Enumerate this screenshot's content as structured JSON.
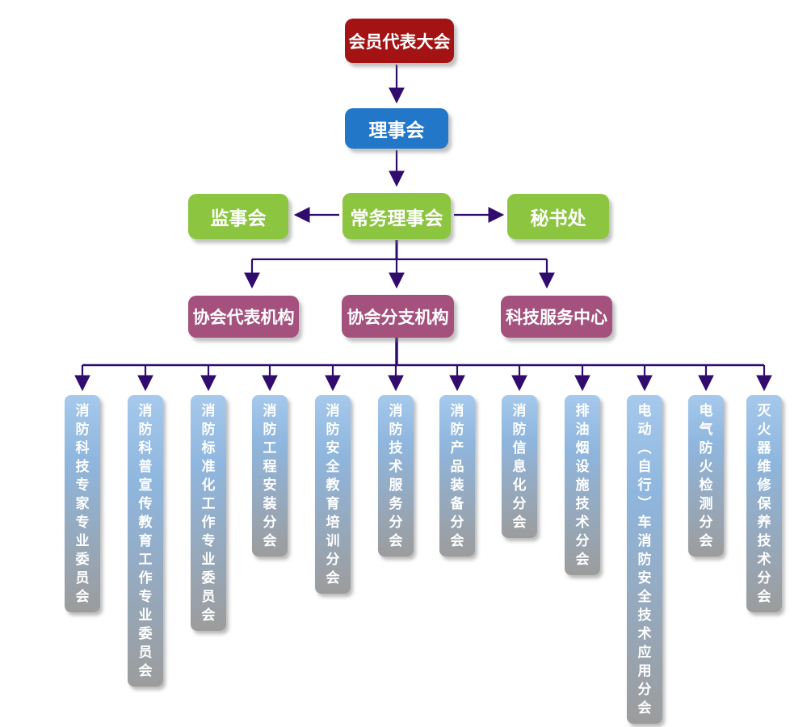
{
  "org_chart": {
    "level1": {
      "label": "会员代表大会",
      "color": "#a31313",
      "shadow_color": "#4e0606"
    },
    "level2": {
      "label": "理事会",
      "color": "#2377c9",
      "shadow_color": "#1c3f63"
    },
    "level3": [
      {
        "label": "监事会"
      },
      {
        "label": "常务理事会"
      },
      {
        "label": "秘书处"
      }
    ],
    "level3_color": "#8cc540",
    "level3_shadow_color": "#5f8c1e",
    "level4": [
      {
        "label": "协会代表机构"
      },
      {
        "label": "协会分支机构"
      },
      {
        "label": "科技服务中心"
      }
    ],
    "level4_color": "#a4517e",
    "level4_shadow_color": "#5e2047",
    "branches": [
      {
        "label": "消防科技专家专业委员会"
      },
      {
        "label": "消防科普宣传教育工作专业委员会"
      },
      {
        "label": "消防标准化工作专业委员会"
      },
      {
        "label": "消防工程安装分会"
      },
      {
        "label": "消防安全教育培训分会"
      },
      {
        "label": "消防技术服务分会"
      },
      {
        "label": "消防产品装备分会"
      },
      {
        "label": "消防信息化分会"
      },
      {
        "label": "排油烟设施技术分会"
      },
      {
        "label": "电动（自行）车消防安全技术应用分会"
      },
      {
        "label": "电气防火检测分会"
      },
      {
        "label": "灭火器维修保养技术分会"
      }
    ],
    "branch_gradient": {
      "top": "#a6c9ec",
      "bottom": "#9c9c9c"
    },
    "connector_color": "#2f0c6e"
  }
}
